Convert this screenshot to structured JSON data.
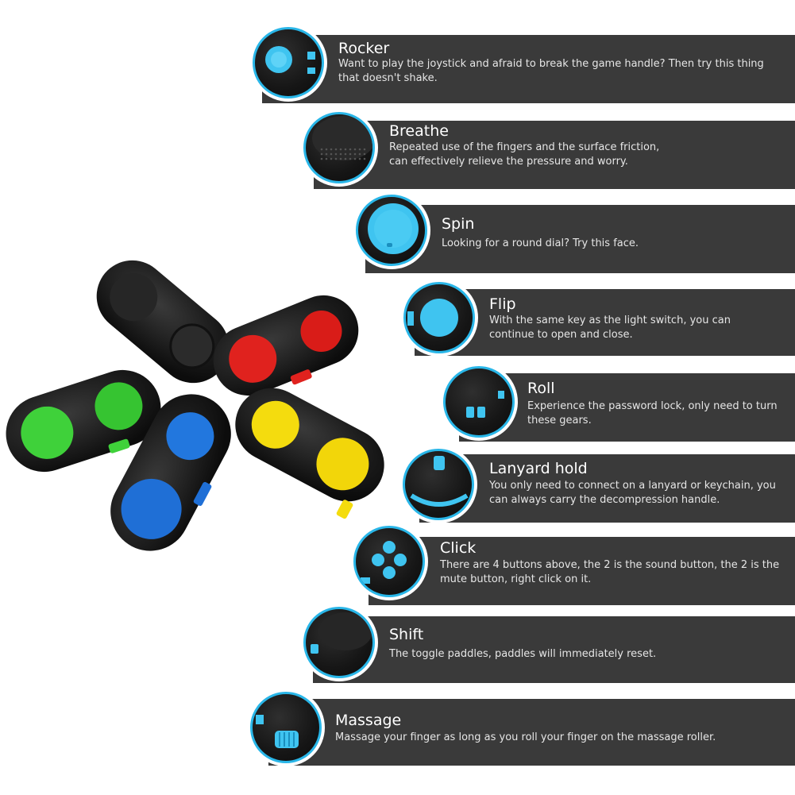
{
  "accent_color": "#29b6e8",
  "bar_color": "#3a3a3a",
  "features": [
    {
      "title": "Rocker",
      "desc": "Want to play the joystick and afraid to break the game handle? Then try this thing that doesn't shake.",
      "icon": "rocker-icon"
    },
    {
      "title": "Breathe",
      "desc": "Repeated use of the fingers and the surface friction, can effectively relieve the pressure and worry.",
      "icon": "breathe-icon"
    },
    {
      "title": "Spin",
      "desc": "Looking for a round dial? Try this face.",
      "icon": "spin-icon"
    },
    {
      "title": "Flip",
      "desc": "With the same key as the light switch, you can continue to open and close.",
      "icon": "flip-icon"
    },
    {
      "title": "Roll",
      "desc": "Experience the password lock, only need to turn these gears.",
      "icon": "roll-icon"
    },
    {
      "title": "Lanyard hold",
      "desc": "You only need to connect on a lanyard or keychain, you can always carry the decompression handle.",
      "icon": "lanyard-icon"
    },
    {
      "title": "Click",
      "desc": "There are 4 buttons above, the 2 is the sound button, the 2 is the mute button, right click on it.",
      "icon": "click-icon"
    },
    {
      "title": "Shift",
      "desc": "The toggle paddles, paddles will immediately reset.",
      "icon": "shift-icon"
    },
    {
      "title": "Massage",
      "desc": "Massage your finger as long as you roll your finger on the massage roller.",
      "icon": "massage-icon"
    }
  ],
  "product_colors": [
    "#1c1c1c",
    "#e0221e",
    "#3fd13a",
    "#1f6fd6",
    "#f4dc0e"
  ]
}
